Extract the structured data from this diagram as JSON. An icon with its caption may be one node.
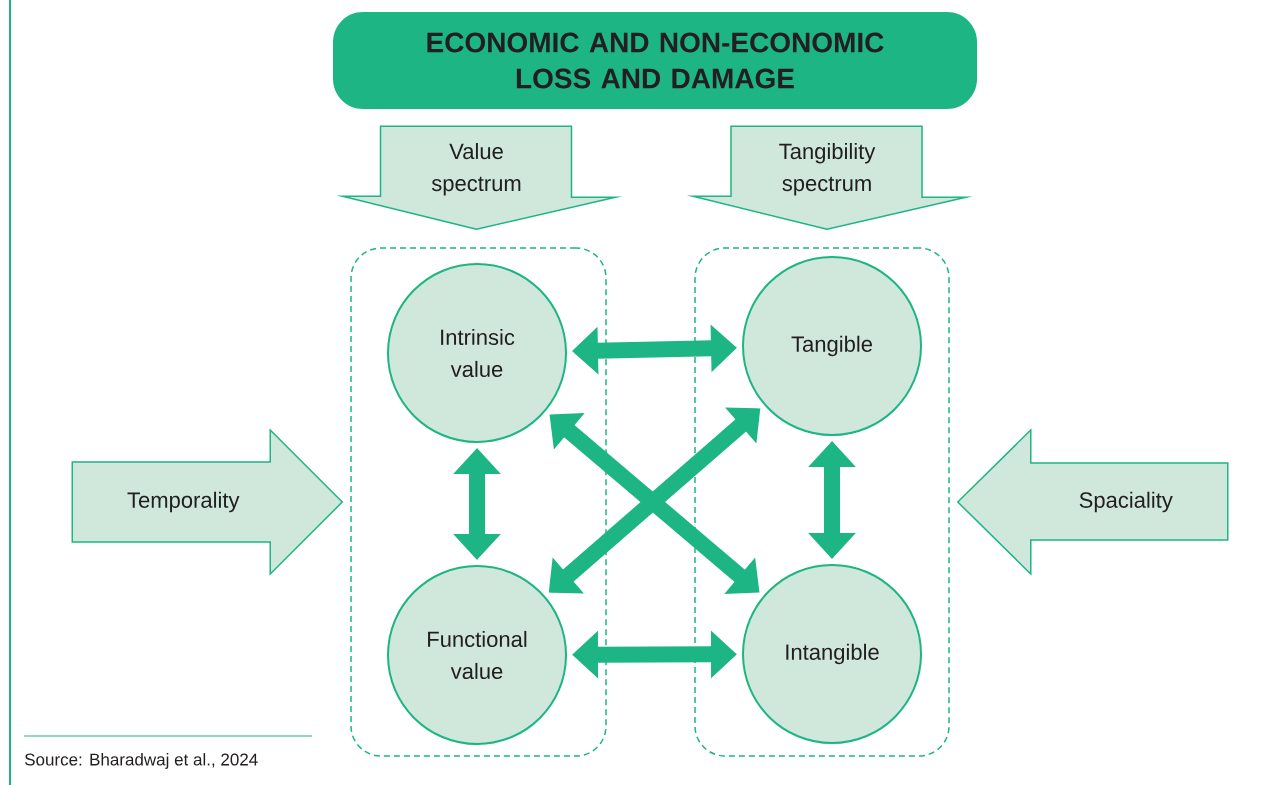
{
  "diagram": {
    "nodes": [
      {
        "text": [
          "ECONOMIC AND NON-ECONOMIC LOSS AND DAMAGE"
        ]
      },
      {
        "text": [],
        "shape": "box"
      },
      {
        "text": [],
        "shape": "box"
      },
      {
        "text": [
          "Intrinsic value"
        ],
        "in": 1
      },
      {
        "text": [
          "Tangible"
        ],
        "in": 2
      },
      {
        "text": [
          "Functional value"
        ],
        "in": 1
      },
      {
        "text": [
          "Intangible"
        ],
        "in": 2
      }
    ],
    "edges": [
      {
        "from": 0,
        "to": 1,
        "arrow": "to",
        "label": "Value spectrum"
      },
      {
        "from": 0,
        "to": 2,
        "arrow": "to",
        "label": "Tangibility spectrum"
      },
      {
        "from": null,
        "to": 1,
        "arrow": "to",
        "label": "Temporality"
      },
      {
        "from": null,
        "to": 2,
        "arrow": "to",
        "label": "Spaciality"
      },
      {
        "from": 3,
        "to": 4,
        "arrow": "both"
      },
      {
        "from": 3,
        "to": 5,
        "arrow": "both"
      },
      {
        "from": 3,
        "to": 6,
        "arrow": "both"
      },
      {
        "from": 5,
        "to": 4,
        "arrow": "both"
      },
      {
        "from": 4,
        "to": 6,
        "arrow": "both"
      },
      {
        "from": 5,
        "to": 6,
        "arrow": "both"
      }
    ],
    "labels": [
      "Source: Bharadwaj et al., 2024"
    ]
  }
}
